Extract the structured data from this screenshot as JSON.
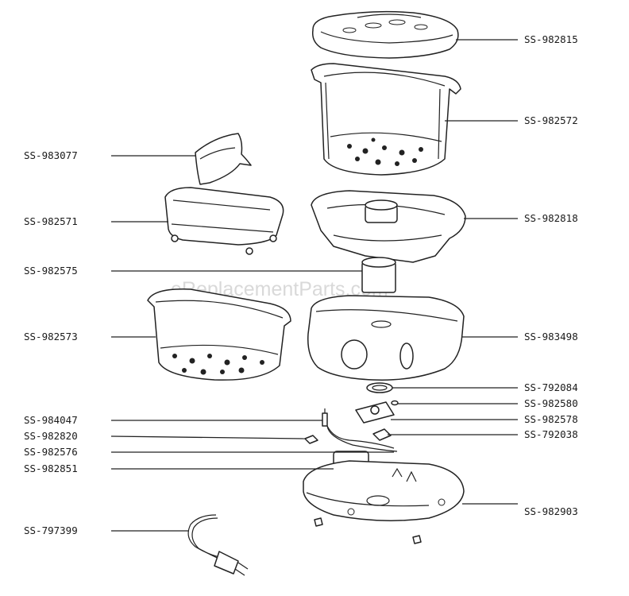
{
  "watermark": "eReplacementParts.com",
  "labels": {
    "l1": "SS-982815",
    "l2": "SS-982572",
    "l3": "SS-983077",
    "l4": "SS-982571",
    "l5": "SS-982818",
    "l6": "SS-982575",
    "l7": "SS-982573",
    "l8": "SS-983498",
    "l9": "SS-792084",
    "l10": "SS-982580",
    "l11": "SS-984047",
    "l12": "SS-982578",
    "l13": "SS-982820",
    "l14": "SS-792038",
    "l15": "SS-982576",
    "l16": "SS-982851",
    "l17": "SS-982903",
    "l18": "SS-797399"
  }
}
